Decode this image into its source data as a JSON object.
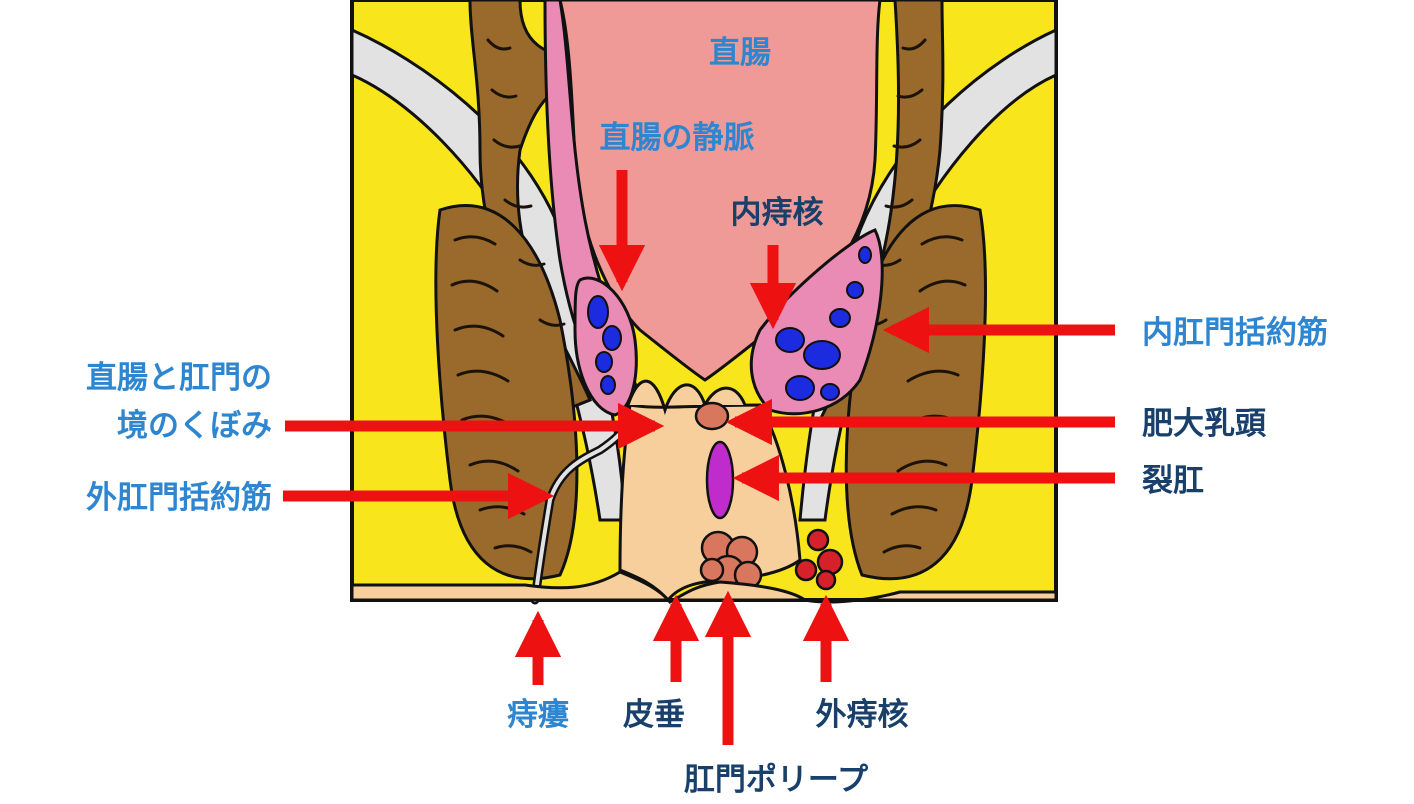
{
  "colors": {
    "background": "#ffffff",
    "fat_yellow": "#f9e51c",
    "muscle_brown": "#9a6a2c",
    "rectum_pink": "#ef9a96",
    "mucosa_pink": "#e98bb5",
    "vein_blue": "#1c2be0",
    "canal_skin": "#f6cf9c",
    "polyp_tan": "#d9775e",
    "fissure_magenta": "#c02ccc",
    "external_hemorrhoid_red": "#d5222a",
    "arrow_red": "#ee1111",
    "label_light_blue": "#2f86d0",
    "label_dark_navy": "#18406b"
  },
  "labels": {
    "rectum": "直腸",
    "rectal_veins": "直腸の静脈",
    "internal_hemorrhoid": "内痔核",
    "internal_sphincter": "内肛門括約筋",
    "dentate_line_1": "直腸と肛門の",
    "dentate_line_2": "境のくぼみ",
    "hypertrophied_papilla": "肥大乳頭",
    "anal_fissure": "裂肛",
    "external_sphincter": "外肛門括約筋",
    "anal_fistula": "痔瘻",
    "skin_tag": "皮垂",
    "external_hemorrhoid": "外痔核",
    "anal_polyp": "肛門ポリープ"
  }
}
